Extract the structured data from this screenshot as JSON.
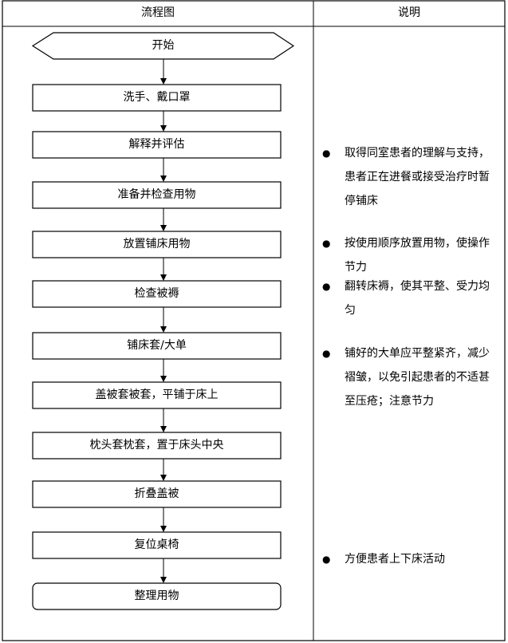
{
  "header": {
    "flow": "流程图",
    "notes": "说明"
  },
  "steps": [
    "开始",
    "洗手、戴口罩",
    "解释并评估",
    "准备并检查用物",
    "放置铺床用物",
    "检查被褥",
    "铺床套/大单",
    "盖被套被套，平铺于床上",
    "枕头套枕套，置于床头中央",
    "折叠盖被",
    "复位桌椅",
    "整理用物"
  ],
  "notes": [
    {
      "bullet": "●",
      "text": "取得同室患者的理解与支持，患者正在进餐或接受治疗时暂停铺床"
    },
    {
      "bullet": "●",
      "text": "按使用顺序放置用物，使操作节力"
    },
    {
      "bullet": "●",
      "text": "翻转床褥，使其平整、受力均匀"
    },
    {
      "bullet": "●",
      "text": "铺好的大单应平整紧齐，减少褶皱，以免引起患者的不适甚至压疮；注意节力"
    },
    {
      "bullet": "●",
      "text": "方便患者上下床活动"
    }
  ]
}
